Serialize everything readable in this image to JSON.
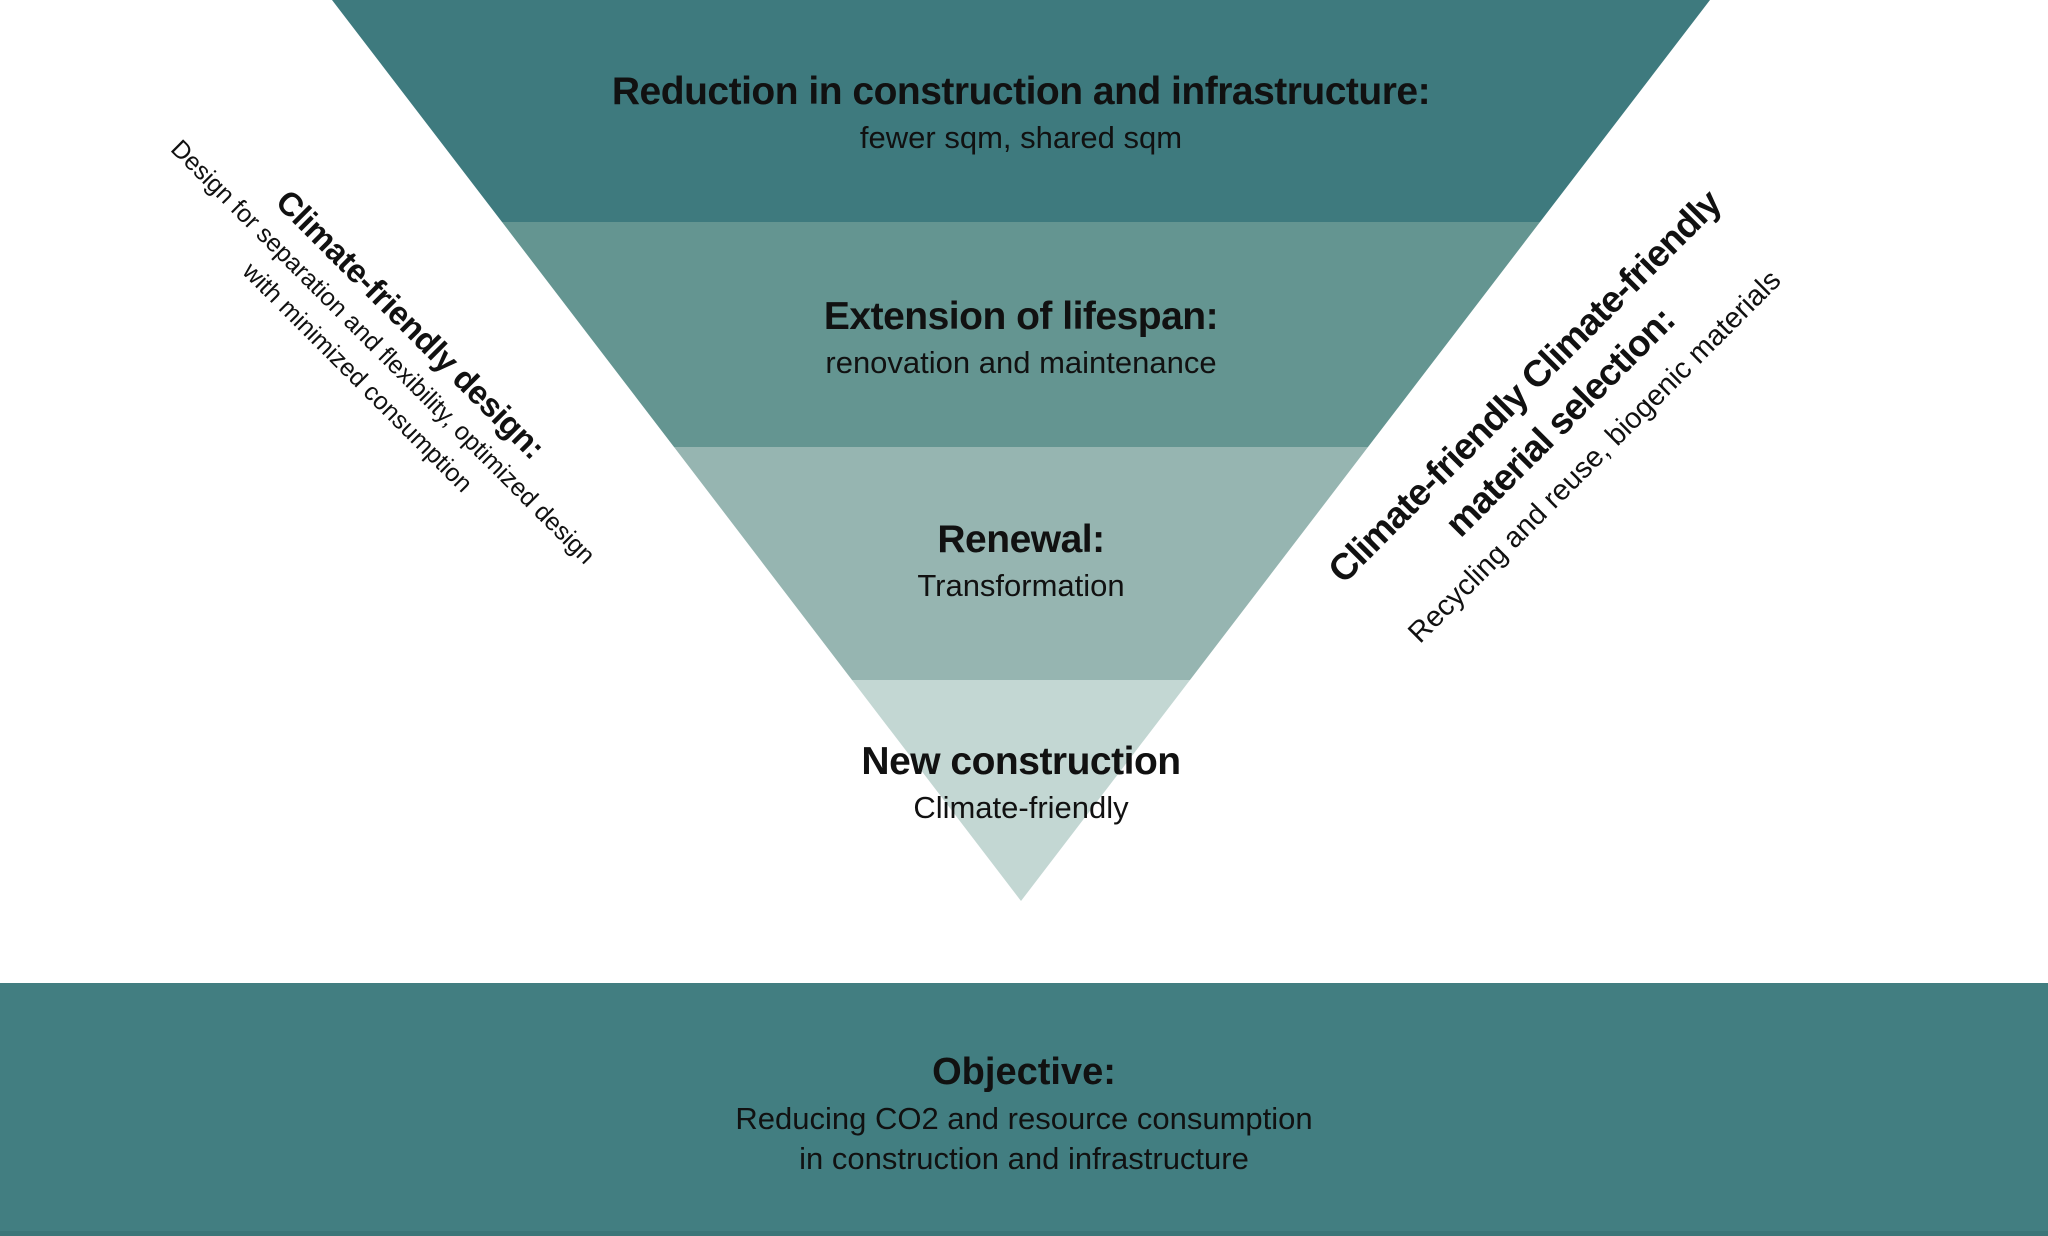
{
  "pyramid": {
    "levels": [
      {
        "title": "Reduction in construction and infrastructure:",
        "subtitle": "fewer sqm, shared sqm",
        "color": "#3E7A7E"
      },
      {
        "title": "Extension of lifespan:",
        "subtitle": "renovation and maintenance",
        "color": "#649591"
      },
      {
        "title": "Renewal:",
        "subtitle": "Transformation",
        "color": "#96B5B1"
      },
      {
        "title": "New construction",
        "subtitle": "Climate-friendly",
        "color": "#C3D7D3"
      }
    ]
  },
  "left_label": {
    "title": "Climate-friendly design:",
    "subtitle_line1": "Design for separation and flexibility, optimized design",
    "subtitle_line2": "with minimized consumption"
  },
  "right_label": {
    "title_line1": "Climate-friendly Climate-friendly",
    "title_line2": "material selection:",
    "subtitle": "Recycling and reuse, biogenic materials"
  },
  "objective": {
    "title": "Objective:",
    "line1": "Reducing CO2 and resource consumption",
    "line2": "in construction and infrastructure",
    "bg": "#427E81"
  },
  "colors": {
    "background": "#FFFFFF",
    "text": "#111111",
    "bottom_strip": "#3B7578"
  }
}
